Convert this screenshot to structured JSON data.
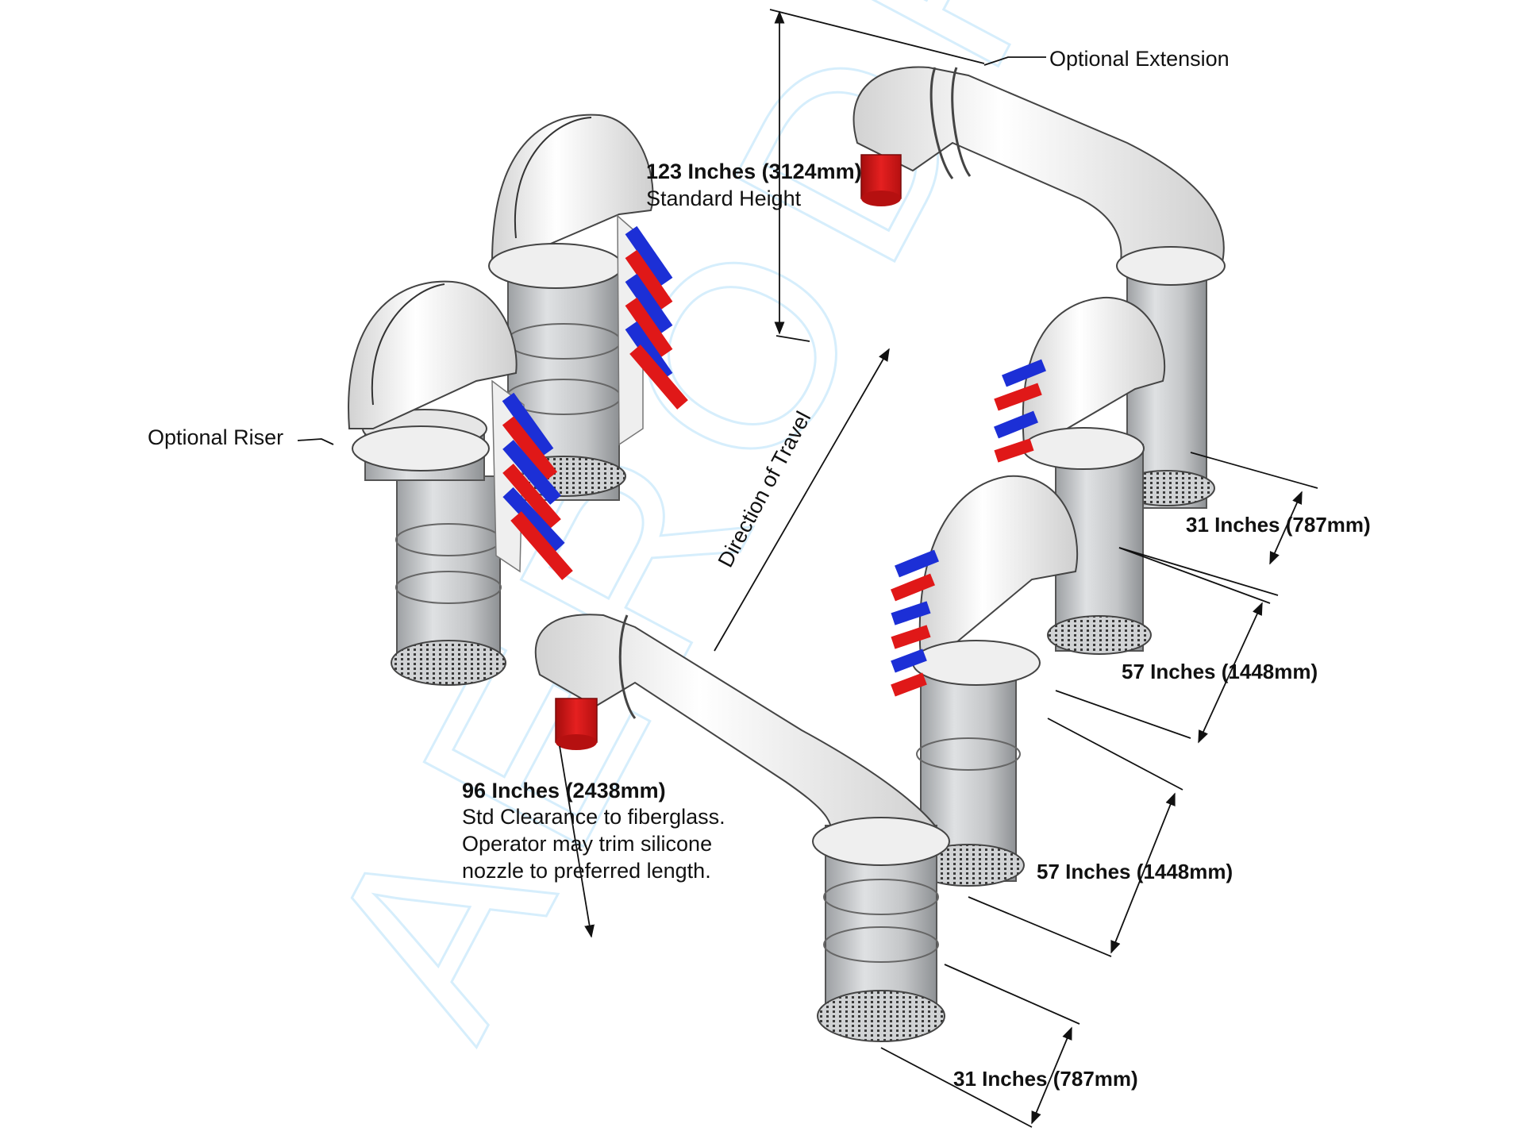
{
  "watermark": "AERODRY",
  "labels": {
    "optional_extension": "Optional Extension",
    "optional_riser": "Optional Riser",
    "height_value": "123 Inches (3124mm)",
    "height_caption": "Standard Height",
    "direction_of_travel": "Direction of Travel",
    "clearance_value": "96 Inches (2438mm)",
    "clearance_note_1": "Std Clearance to fiberglass.",
    "clearance_note_2": "Operator may trim silicone",
    "clearance_note_3": "nozzle to preferred length.",
    "dim_31_top": "31 Inches (787mm)",
    "dim_57_upper": "57 Inches (1448mm)",
    "dim_57_lower": "57 Inches (1448mm)",
    "dim_31_bottom": "31 Inches (787mm)"
  },
  "colors": {
    "pipe_white": "#f4f4f4",
    "column_gray": "#c9cbcd",
    "nozzle_red": "#e01818",
    "nozzle_blue": "#1c2fd6",
    "watermark": "#d6eefc",
    "dimension_line": "#111111"
  }
}
